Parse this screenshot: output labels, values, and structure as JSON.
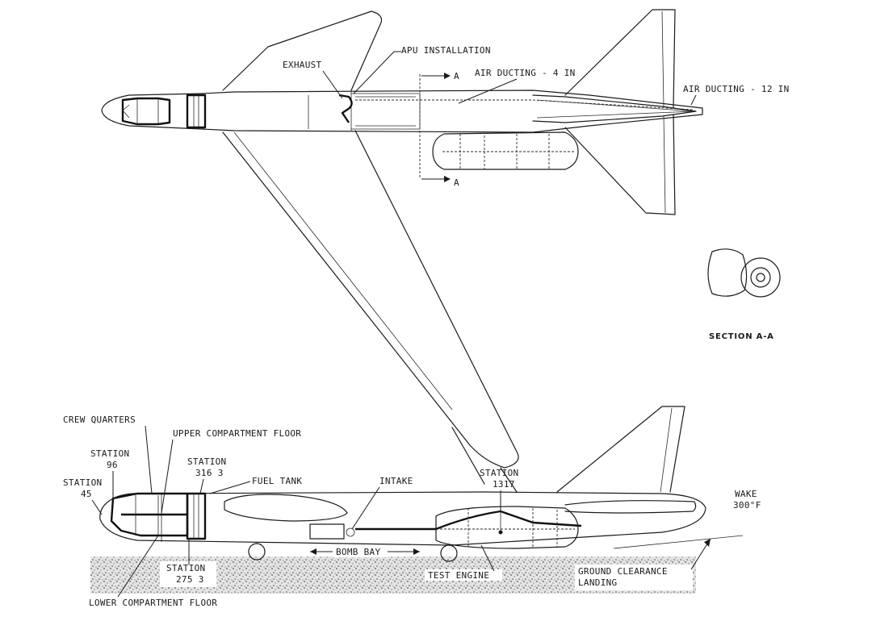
{
  "labels": {
    "exhaust": "EXHAUST",
    "apu_installation": "APU INSTALLATION",
    "air_ducting_4": "AIR DUCTING - 4 IN",
    "air_ducting_12": "AIR DUCTING - 12 IN",
    "section_a_top": "A",
    "section_a_bottom": "A",
    "section_aa": "SECTION A-A",
    "crew_quarters": "CREW QUARTERS",
    "upper_compartment_floor": "UPPER COMPARTMENT FLOOR",
    "station_96_a": "STATION",
    "station_96_b": "96",
    "station_45_a": "STATION",
    "station_45_b": "45",
    "station_3163_a": "STATION",
    "station_3163_b": "316 3",
    "fuel_tank": "FUEL TANK",
    "intake": "INTAKE",
    "station_1317_a": "STATION",
    "station_1317_b": "1317",
    "wake_a": "WAKE",
    "wake_b": "300°F",
    "bomb_bay": "BOMB BAY",
    "station_2753_a": "STATION",
    "station_2753_b": "275 3",
    "test_engine": "TEST ENGINE",
    "ground_clearance_a": "GROUND CLEARANCE",
    "ground_clearance_b": "LANDING",
    "lower_compartment_floor": "LOWER COMPARTMENT FLOOR"
  },
  "colors": {
    "ink": "#1a1a1a",
    "paper": "#ffffff",
    "ground": "#6b6b6b"
  }
}
